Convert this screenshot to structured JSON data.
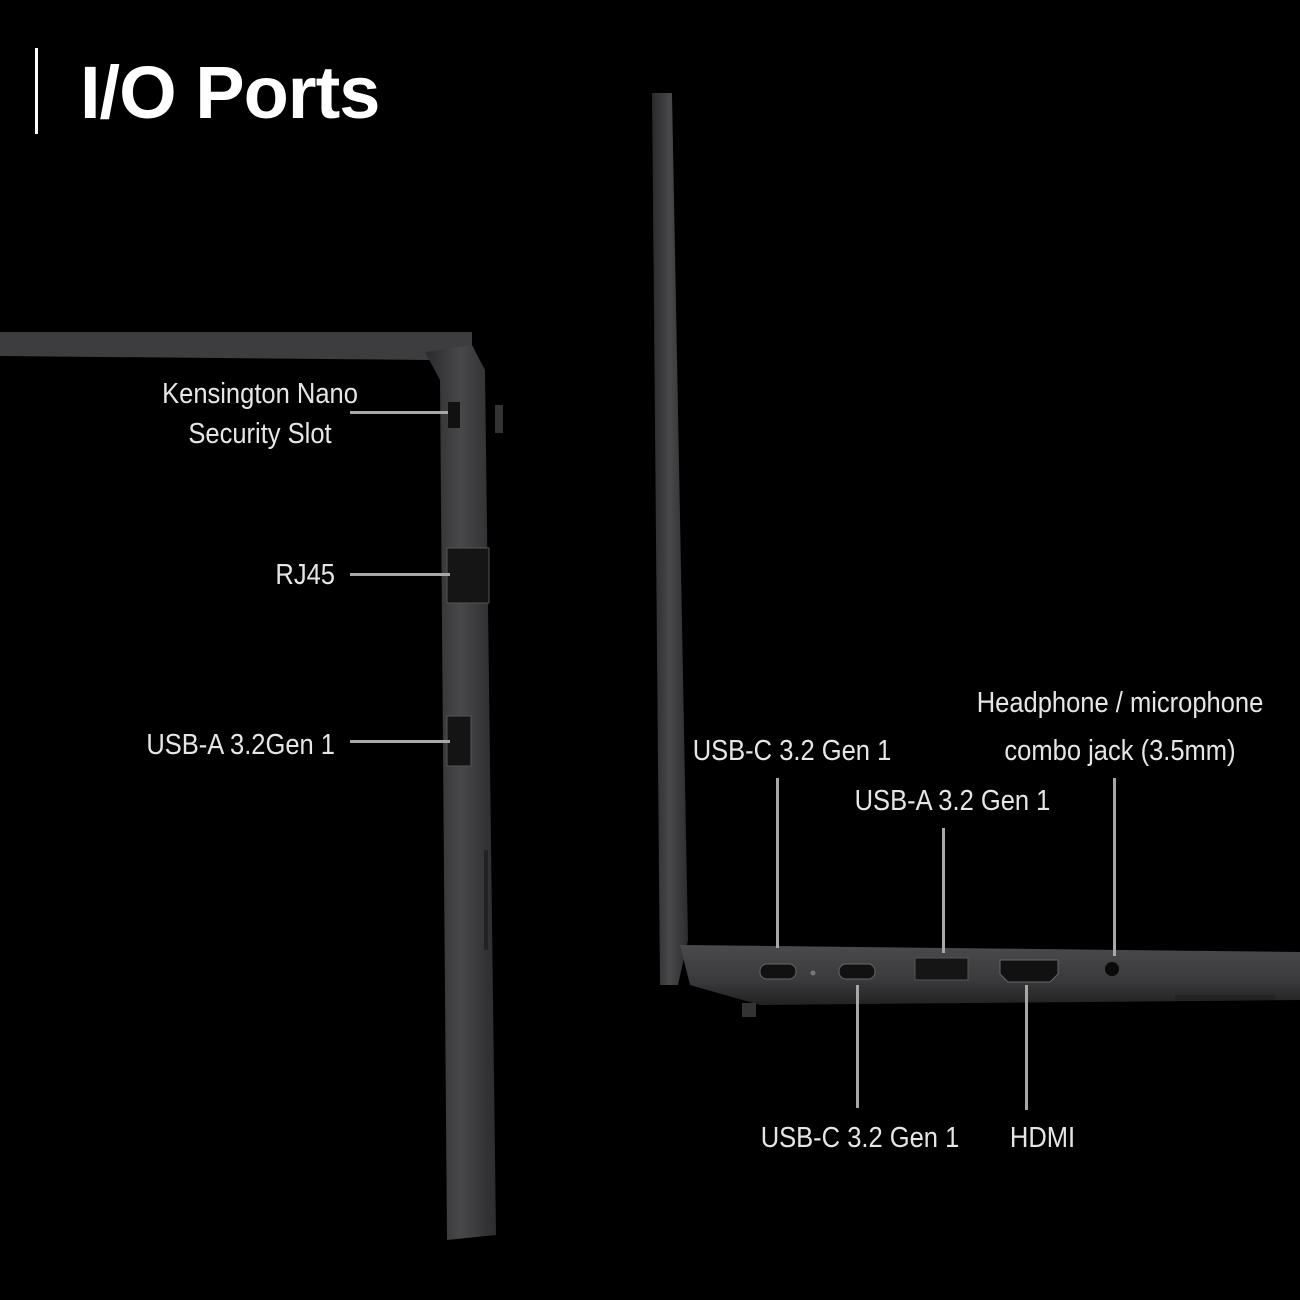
{
  "title": "I/O Ports",
  "left_side_ports": [
    {
      "label_line1": "Kensington Nano",
      "label_line2": "Security Slot"
    },
    {
      "label": "RJ45"
    },
    {
      "label": "USB-A 3.2Gen 1"
    }
  ],
  "right_side_ports": [
    {
      "label": "USB-C 3.2 Gen 1"
    },
    {
      "label": "USB-C 3.2 Gen 1"
    },
    {
      "label": "USB-A 3.2 Gen 1"
    },
    {
      "label": "HDMI"
    },
    {
      "label_line1": "Headphone / microphone",
      "label_line2": "combo jack (3.5mm)"
    }
  ],
  "colors": {
    "background": "#000000",
    "chassis": "#3a3a3c",
    "leader_line": "#a8a8a8",
    "text": "#e6e6e6"
  }
}
